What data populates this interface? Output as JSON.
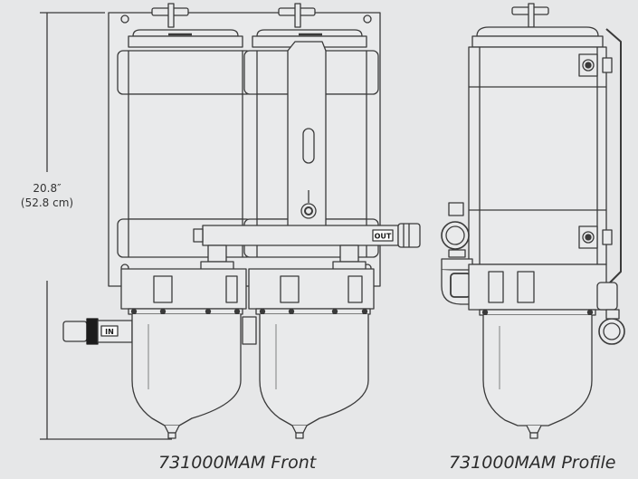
{
  "dimension": {
    "height_in": "20.8″",
    "height_cm": "(52.8 cm)"
  },
  "port_labels": {
    "out": "OUT",
    "in": "IN"
  },
  "captions": {
    "front": "731000MAM Front",
    "profile": "731000MAM Profile"
  },
  "colors": {
    "background": "#e6e7e8",
    "line": "#3a3a3a",
    "body_fill": "#e9eaeb",
    "hose_dark": "#1c1c1c"
  }
}
